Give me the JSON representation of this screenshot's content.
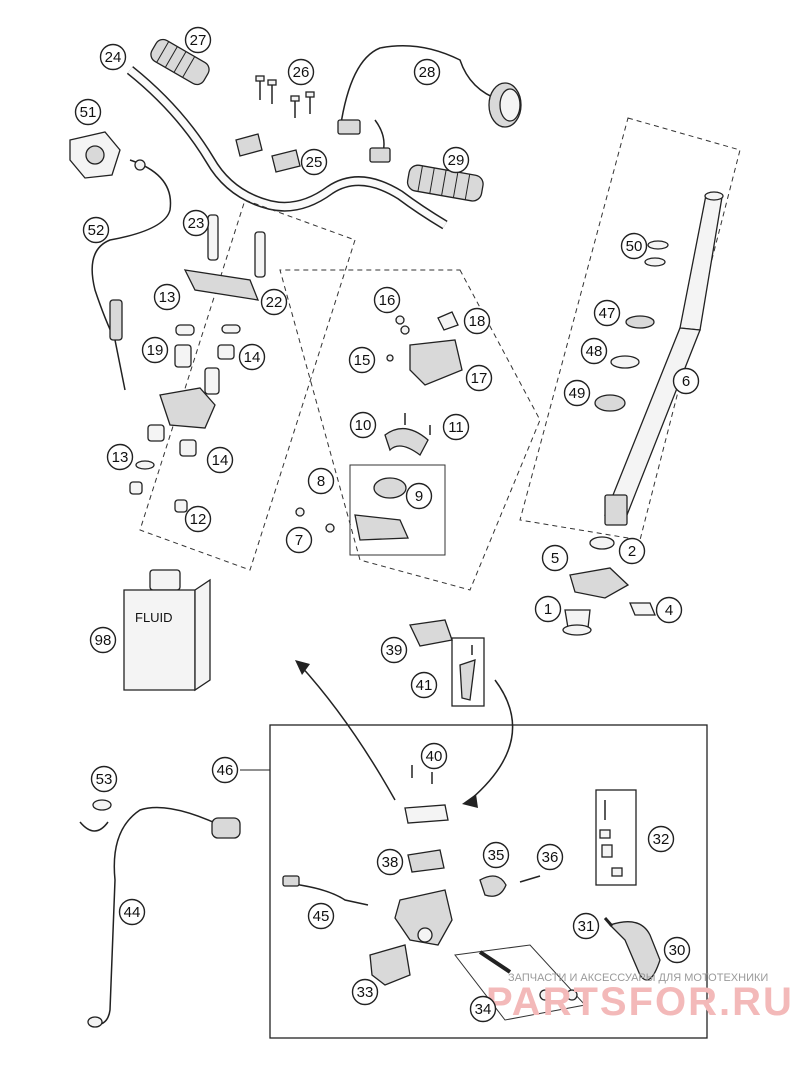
{
  "diagram": {
    "container_label": "FLUID",
    "watermark": {
      "subtitle": "ЗАПЧАСТИ И АКСЕССУАРЫ ДЛЯ МОТОТЕХНИКИ",
      "brand": "PARTSFOR.RU"
    },
    "callouts": [
      "1",
      "2",
      "4",
      "5",
      "6",
      "7",
      "8",
      "9",
      "10",
      "11",
      "12",
      "13",
      "13",
      "14",
      "14",
      "15",
      "16",
      "17",
      "18",
      "19",
      "22",
      "23",
      "24",
      "25",
      "26",
      "27",
      "28",
      "29",
      "30",
      "31",
      "32",
      "33",
      "34",
      "35",
      "36",
      "38",
      "39",
      "40",
      "41",
      "44",
      "45",
      "46",
      "47",
      "48",
      "49",
      "50",
      "51",
      "52",
      "53",
      "98"
    ]
  }
}
